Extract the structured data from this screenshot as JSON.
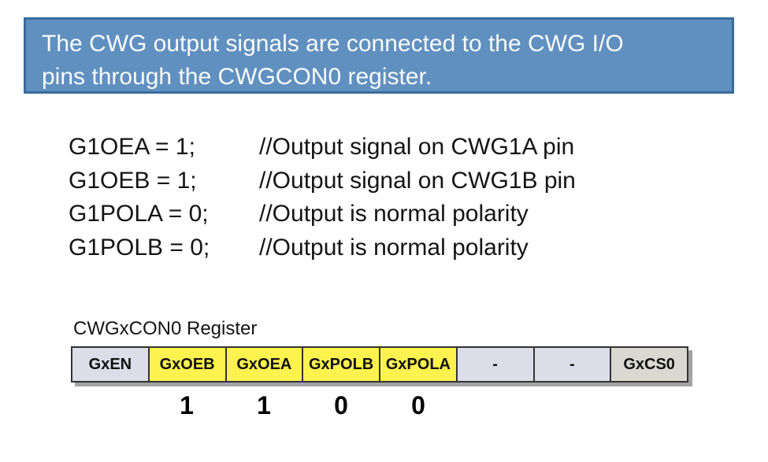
{
  "callout": {
    "lines": [
      "The CWG output signals are connected to the CWG I/O",
      "pins through the CWGCON0 register."
    ],
    "fill": "#6090c0",
    "border": "#3a6c9a",
    "text_color": "#fafafa"
  },
  "code": {
    "lines": [
      {
        "code": "G1OEA = 1;",
        "comment": "//Output signal on CWG1A pin"
      },
      {
        "code": "G1OEB = 1;",
        "comment": "//Output signal on CWG1B pin"
      },
      {
        "code": "G1POLA = 0;",
        "comment": "//Output is normal polarity"
      },
      {
        "code": "G1POLB = 0;",
        "comment": "//Output is normal polarity"
      }
    ]
  },
  "register": {
    "title": "CWGxCON0 Register",
    "cells": [
      {
        "label": "GxEN",
        "highlight": "lavender"
      },
      {
        "label": "GxOEB",
        "highlight": "yellow"
      },
      {
        "label": "GxOEA",
        "highlight": "yellow"
      },
      {
        "label": "GxPOLB",
        "highlight": "yellow"
      },
      {
        "label": "GxPOLA",
        "highlight": "yellow"
      },
      {
        "label": "-",
        "highlight": "lavender"
      },
      {
        "label": "-",
        "highlight": "lavender"
      },
      {
        "label": "GxCS0",
        "highlight": "gray"
      }
    ],
    "bits": [
      "",
      "1",
      "1",
      "0",
      "0",
      "",
      "",
      ""
    ]
  },
  "colors": {
    "yellow": "#fdf24e",
    "lavender": "#dcdde8",
    "gray": "#d9d9d2",
    "cell_border": "#333333",
    "table_shadow": "#a3a3a3"
  }
}
